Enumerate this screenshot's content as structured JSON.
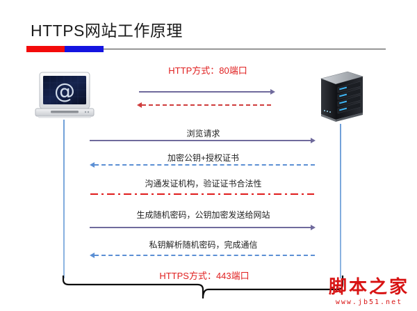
{
  "slide": {
    "title": "HTTPS网站工作原理",
    "accent_red": "#f30b0b",
    "accent_blue": "#1414e0",
    "background": "#ffffff"
  },
  "actors": {
    "client": {
      "name": "laptop-client",
      "screen_glyph": "@"
    },
    "server": {
      "name": "server-tower"
    }
  },
  "http_section": {
    "label": "HTTP方式：80端口",
    "label_color": "#e02020",
    "messages": [
      {
        "text": "",
        "direction": "right",
        "style": "solid",
        "color": "#6f6a9c"
      },
      {
        "text": "",
        "direction": "left",
        "style": "dashed",
        "color": "#cf3b3b"
      }
    ]
  },
  "https_section": {
    "label": "HTTPS方式：443端口",
    "label_color": "#e02020"
  },
  "steps": [
    {
      "text": "浏览请求",
      "direction": "right",
      "style": "solid",
      "color": "#6f6a9c"
    },
    {
      "text": "加密公钥+授权证书",
      "direction": "left",
      "style": "dashed",
      "color": "#5b8fd4"
    },
    {
      "text": "沟通发证机构，验证证书合法性",
      "direction": "none",
      "style": "dash-dot",
      "color": "#e01b1b"
    },
    {
      "text": "生成随机密码，公钥加密发送给网站",
      "direction": "right",
      "style": "solid",
      "color": "#6f6a9c"
    },
    {
      "text": "私钥解析随机密码，完成通信",
      "direction": "left",
      "style": "dashed",
      "color": "#5b8fd4"
    }
  ],
  "watermark": {
    "name": "脚本之家",
    "url": "www.jb51.net",
    "color": "#d81313"
  }
}
